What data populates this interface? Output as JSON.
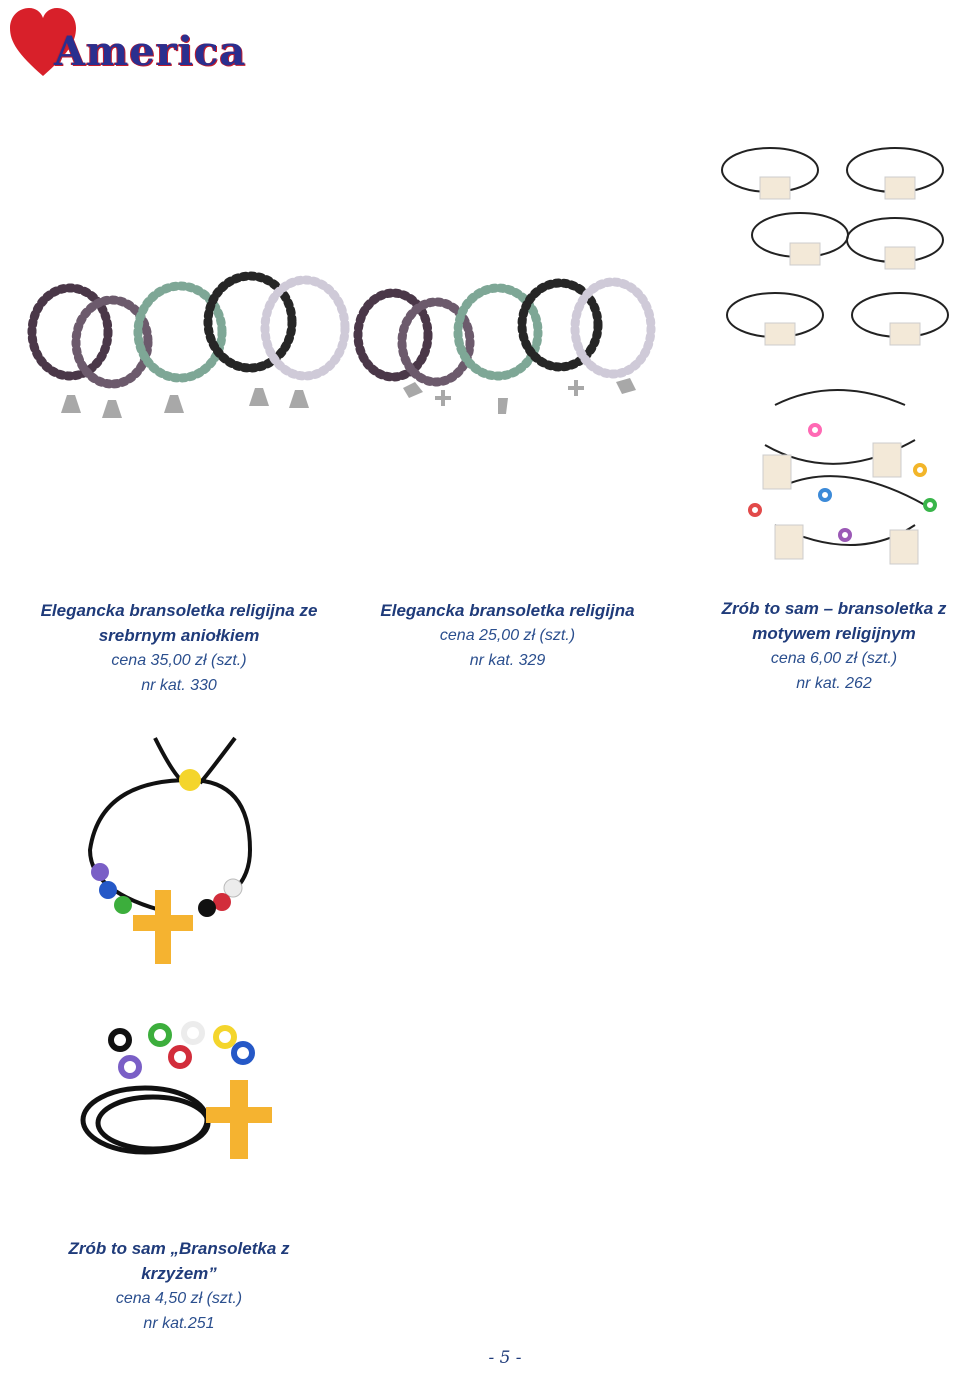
{
  "brand": {
    "logo_text": "America"
  },
  "products": [
    {
      "title_lines": [
        "Elegancka bransoletka religijna ze",
        "srebrnym aniołkiem"
      ],
      "price": "cena 35,00 zł (szt.)",
      "catalog": "nr kat. 330",
      "image": "angel-charm-bead-bracelets"
    },
    {
      "title_lines": [
        "Elegancka bransoletka religijna"
      ],
      "price": "cena 25,00 zł (szt.)",
      "catalog": "nr kat. 329",
      "image": "cross-dove-charm-bead-bracelets"
    },
    {
      "title_lines": [
        "Zrób to sam – bransoletka z",
        "motywem religijnym"
      ],
      "price": "cena 6,00 zł (szt.)",
      "catalog": "nr kat. 262",
      "image": "diy-religious-cord-bracelets"
    },
    {
      "title_lines": [
        "Zrób to sam „Bransoletka z",
        "krzyżem”"
      ],
      "price": "cena 4,50 zł (szt.)",
      "catalog": "nr kat.251",
      "image": "diy-cross-bracelet-kit"
    }
  ],
  "footer": {
    "page_number": "- 5 -"
  },
  "colors": {
    "text": "#1f3b7a",
    "logo_red": "#c41c2c",
    "logo_blue": "#2a2f8f"
  }
}
